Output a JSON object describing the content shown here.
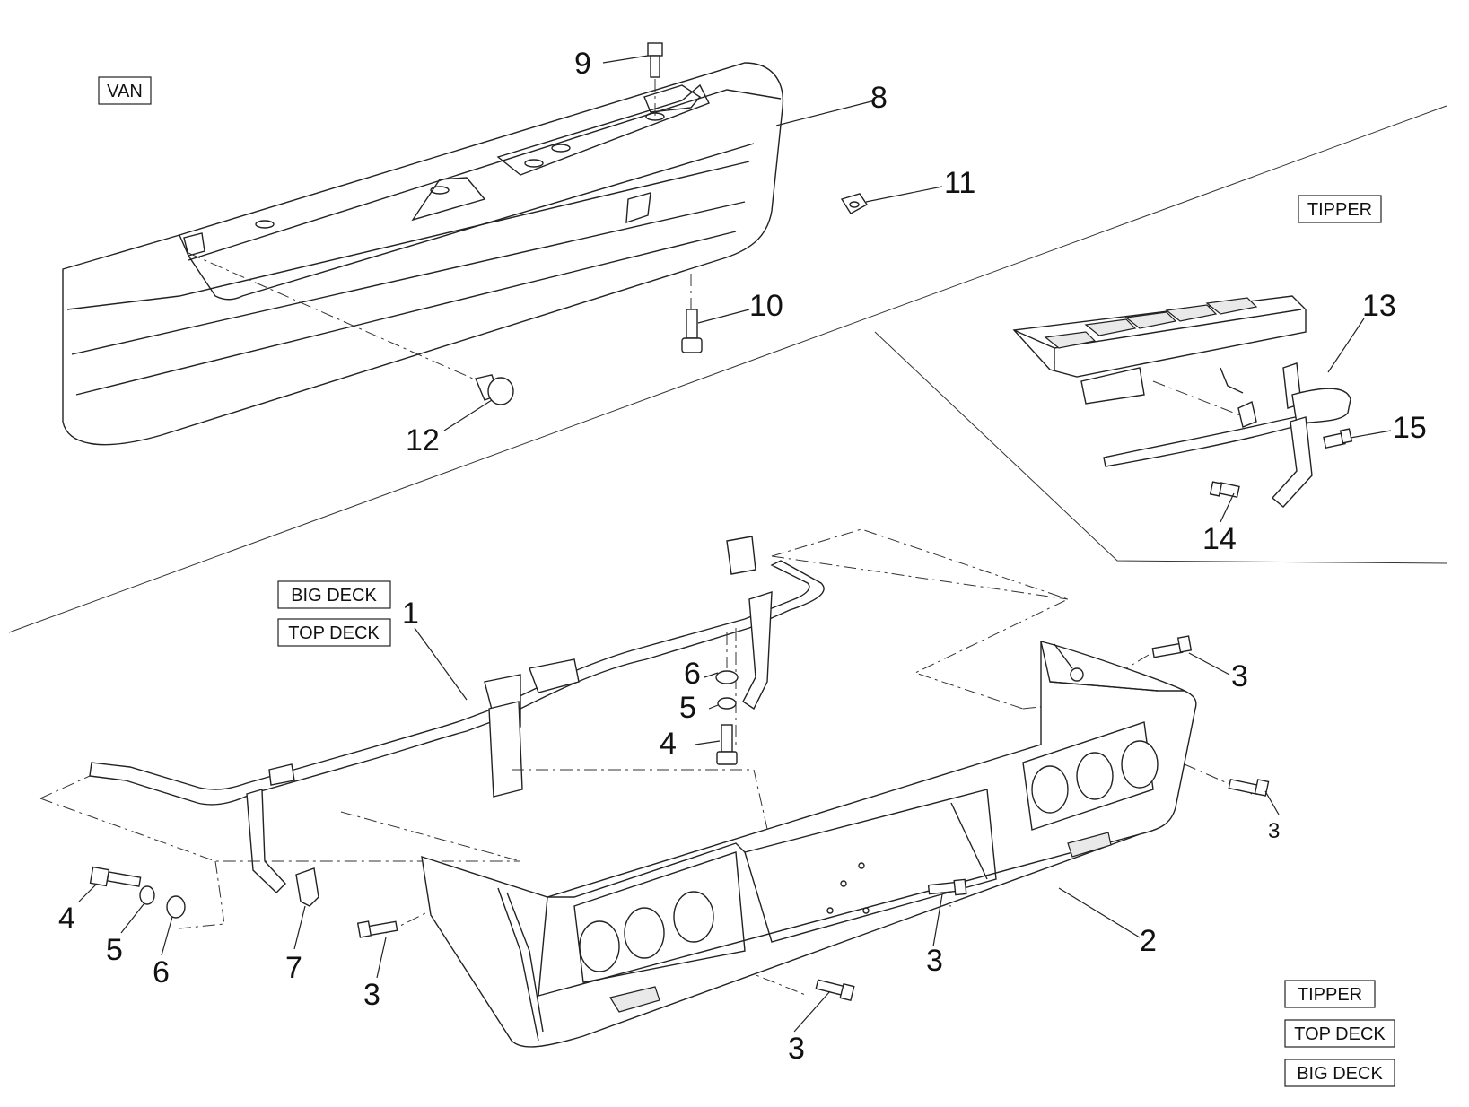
{
  "variant_labels": {
    "van": "VAN",
    "tipper_top": "TIPPER",
    "big_deck": "BIG DECK",
    "top_deck": "TOP DECK",
    "tipper_bottom": "TIPPER",
    "top_deck_bottom": "TOP DECK",
    "big_deck_bottom": "BIG DECK"
  },
  "callouts": {
    "c1": "1",
    "c2": "2",
    "c3a": "3",
    "c3b": "3",
    "c3c": "3",
    "c3d": "3",
    "c3e": "3",
    "c4a": "4",
    "c4b": "4",
    "c5a": "5",
    "c5b": "5",
    "c6a": "6",
    "c6b": "6",
    "c7": "7",
    "c8": "8",
    "c9": "9",
    "c10": "10",
    "c11": "11",
    "c12": "12",
    "c13": "13",
    "c14": "14",
    "c15": "15"
  }
}
